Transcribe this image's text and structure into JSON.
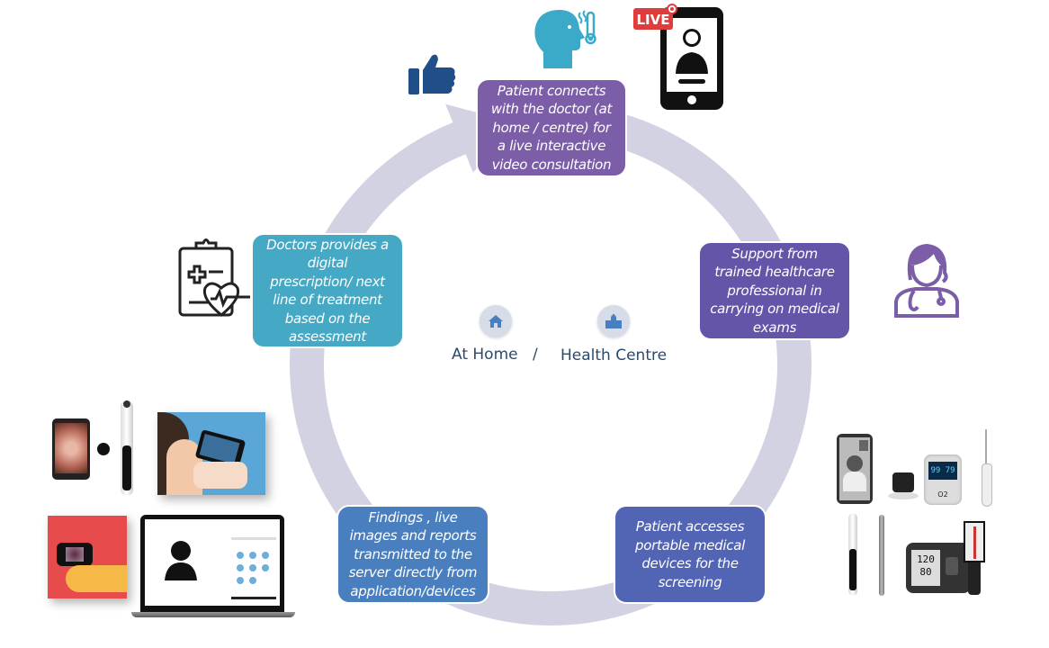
{
  "diagram": {
    "type": "cycle",
    "steps": [
      {
        "id": "consult",
        "text": [
          "Patient connects",
          "with the doctor (at",
          "home / centre)  for",
          "a live interactive",
          "video consultation"
        ],
        "color": "#7b5ea7"
      },
      {
        "id": "support",
        "text": [
          "Support from",
          "trained healthcare",
          "professional in",
          "carrying on medical",
          "exams"
        ],
        "color": "#6455a8"
      },
      {
        "id": "devices",
        "text": [
          "Patient accesses",
          "portable medical",
          "devices for the",
          "screening"
        ],
        "color": "#5264b4"
      },
      {
        "id": "findings",
        "text": [
          "Findings , live",
          "images and reports",
          "transmitted to the",
          "server directly from",
          "application/devices"
        ],
        "color": "#4a7fbf"
      },
      {
        "id": "prescription",
        "text": [
          "Doctors provides a",
          "digital",
          "prescription/ next",
          "line of treatment",
          "based on the",
          "assessment"
        ],
        "color": "#45a8c4"
      }
    ],
    "center": {
      "home_label": "At Home",
      "separator": "/",
      "centre_label": "Health Centre",
      "home_icon": "house-icon",
      "centre_icon": "hospital-building-icon"
    },
    "ring_color": "#d3d2e3",
    "icons": {
      "thumbs_up": "thumbs-up-icon",
      "patient_head": "patient-fever-icon",
      "live_phone": "live-video-phone-icon",
      "live_badge": "LIVE",
      "nurse": "female-doctor-icon",
      "prescription": "clipboard-heart-icon"
    },
    "device_labels": {
      "oximeter_reading_left": "99",
      "oximeter_reading_right": "79",
      "bp_systolic": "120",
      "bp_diastolic": "80",
      "oximeter_brand": "O2"
    },
    "colors": {
      "thumbs": "#1f4e89",
      "patient": "#3aaac8",
      "nurse": "#7b5ea7",
      "live_red": "#e03c3c",
      "text_dark": "#2d4a6b"
    }
  }
}
